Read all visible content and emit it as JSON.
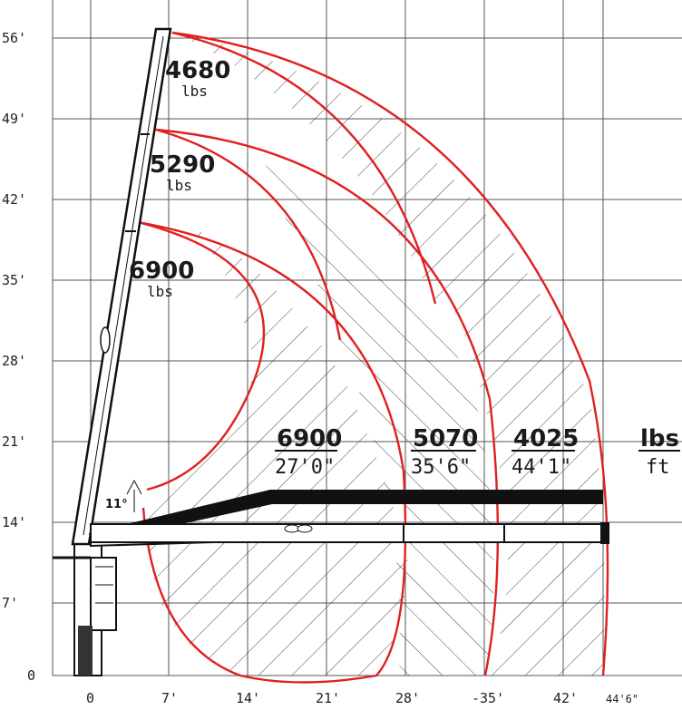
{
  "y_ticks": [
    "56'",
    "49'",
    "42'",
    "35'",
    "28'",
    "21'",
    "14'",
    "7'",
    "0"
  ],
  "x_ticks": [
    "0",
    "7'",
    "14'",
    "21'",
    "28'",
    "-35'",
    "42'",
    "44'6\""
  ],
  "boom_loads": [
    {
      "value": "4680",
      "unit": "lbs"
    },
    {
      "value": "5290",
      "unit": "lbs"
    },
    {
      "value": "6900",
      "unit": "lbs"
    }
  ],
  "reach_loads": [
    {
      "load": "6900",
      "distance": "27'0\""
    },
    {
      "load": "5070",
      "distance": "35'6\""
    },
    {
      "load": "4025",
      "distance": "44'1\""
    }
  ],
  "units": {
    "top": "lbs",
    "bottom": "ft"
  },
  "angle_label": "11°",
  "colors": {
    "envelope": "#e02020",
    "hatch": "#333333",
    "boom": "#111111",
    "grid": "#555555"
  }
}
